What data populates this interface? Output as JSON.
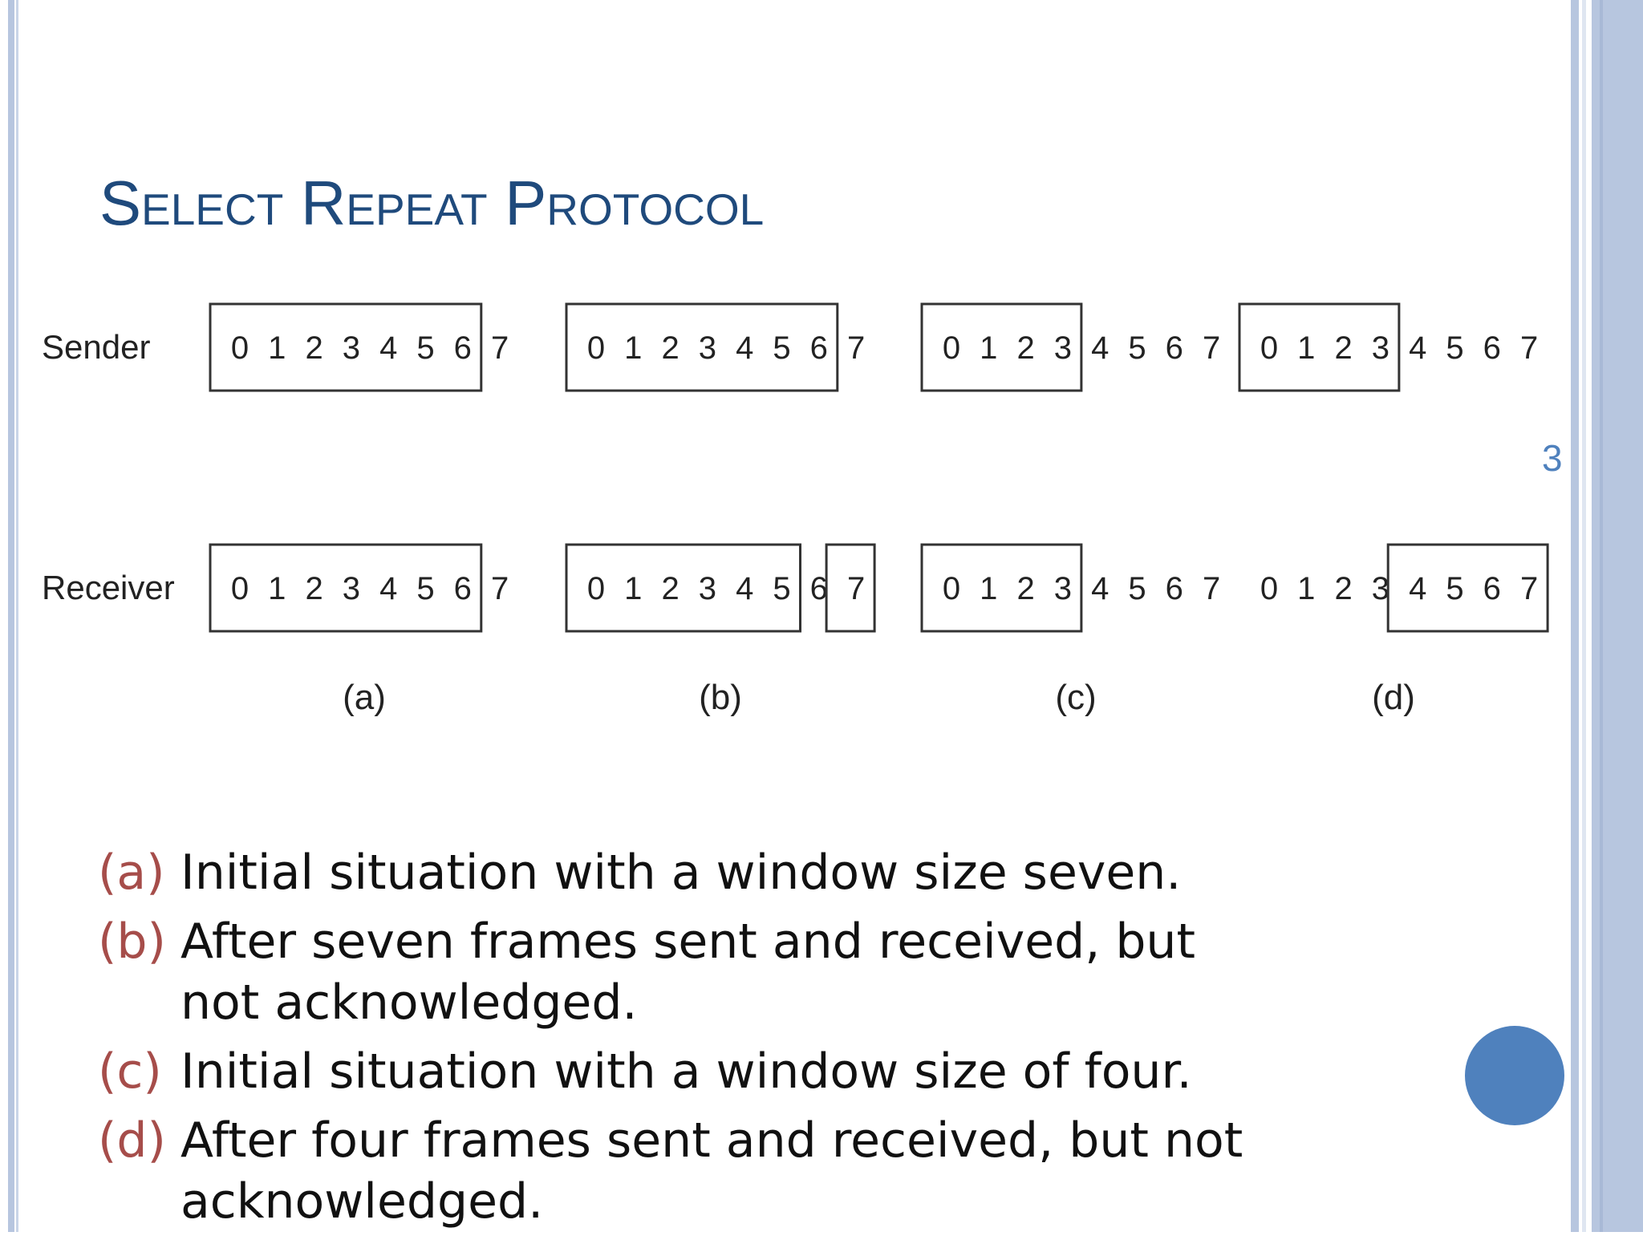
{
  "slide": {
    "title": "Select Repeat Protocol",
    "stray_glyph": "3"
  },
  "diagram": {
    "rows": [
      {
        "label": "Sender",
        "panels": [
          {
            "windows": [
              [
                0,
                6
              ]
            ]
          },
          {
            "windows": [
              [
                0,
                6
              ]
            ]
          },
          {
            "windows": [
              [
                0,
                3
              ]
            ]
          },
          {
            "windows": [
              [
                0,
                3
              ]
            ]
          }
        ]
      },
      {
        "label": "Receiver",
        "panels": [
          {
            "windows": [
              [
                0,
                6
              ]
            ]
          },
          {
            "windows": [
              [
                0,
                5
              ],
              [
                7,
                7
              ]
            ]
          },
          {
            "windows": [
              [
                0,
                3
              ]
            ]
          },
          {
            "windows": [
              [
                4,
                7
              ]
            ]
          }
        ]
      }
    ],
    "sequence_numbers": [
      "0",
      "1",
      "2",
      "3",
      "4",
      "5",
      "6",
      "7"
    ],
    "subfigure_labels": [
      "(a)",
      "(b)",
      "(c)",
      "(d)"
    ]
  },
  "captions": [
    {
      "tag": "(a)",
      "text": "Initial situation with a window size seven."
    },
    {
      "tag": "(b)",
      "text": "After seven frames sent and received, but not acknowledged."
    },
    {
      "tag": "(c)",
      "text": "Initial situation with a window size of four."
    },
    {
      "tag": "(d)",
      "text": "After four frames sent and received, but not acknowledged."
    }
  ],
  "colors": {
    "title": "#1f4a7c",
    "caption_tag": "#a64d4a",
    "accent_circle": "#4f81bd",
    "frame": "#b7c6df"
  }
}
